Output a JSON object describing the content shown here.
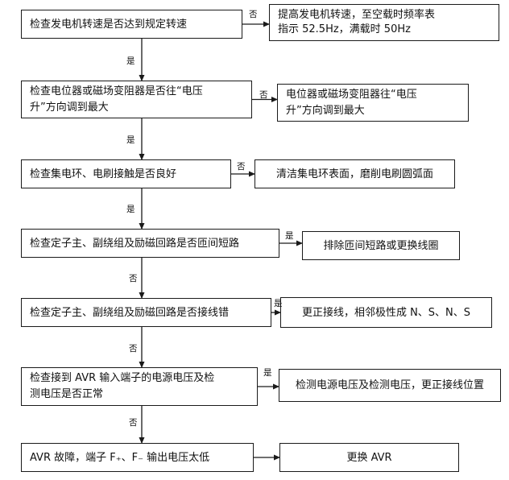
{
  "flowchart": {
    "steps": [
      {
        "check": "检查发电机转速是否达到规定转速",
        "action": "提高发电机转速，至空载时频率表\n指示 52.5Hz，满载时 50Hz",
        "branch_label": "否",
        "next_label": "是"
      },
      {
        "check": "检查电位器或磁场变阻器是否往“电压\n升”方向调到最大",
        "action": "电位器或磁场变阻器往“电压\n升”方向调到最大",
        "branch_label": "否",
        "next_label": "是"
      },
      {
        "check": "检查集电环、电刷接触是否良好",
        "action": "清洁集电环表面，磨削电刷圆弧面",
        "branch_label": "否",
        "next_label": "是"
      },
      {
        "check": "检查定子主、副绕组及励磁回路是否匝间短路",
        "action": "排除匝间短路或更换线圈",
        "branch_label": "是",
        "next_label": "否"
      },
      {
        "check": "检查定子主、副绕组及励磁回路是否接线错",
        "action": "更正接线，相邻极性成 N、S、N、S",
        "branch_label": "是",
        "next_label": "否"
      },
      {
        "check": "检查接到 AVR 输入端子的电源电压及检\n测电压是否正常",
        "action": "检测电源电压及检测电压，更正接线位置",
        "branch_label": "是",
        "next_label": "否"
      },
      {
        "check": "AVR 故障，端子 F₊、F₋ 输出电压太低",
        "action": "更换 AVR",
        "branch_label": "",
        "next_label": ""
      }
    ]
  }
}
